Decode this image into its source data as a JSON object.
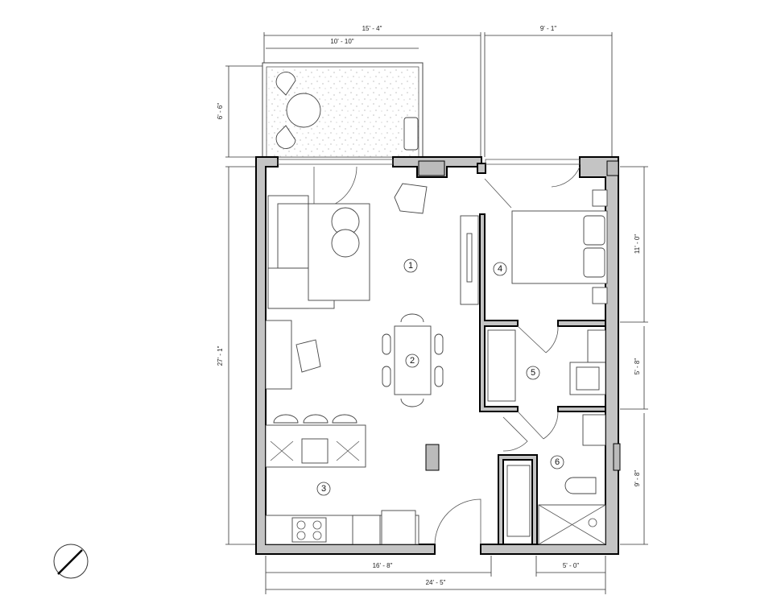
{
  "dimensions": {
    "top_overall_left": "15' - 4\"",
    "top_overall_right": "9' - 1\"",
    "balcony_width": "10' - 10\"",
    "balcony_depth": "6' - 6\"",
    "left_overall": "27' - 1\"",
    "right_bedroom": "11' - 0\"",
    "right_closet": "5' - 8\"",
    "right_bath": "9' - 8\"",
    "bottom_living": "16' - 8\"",
    "bottom_bath": "5' - 0\"",
    "bottom_overall": "24' - 5\""
  },
  "rooms": [
    {
      "tag": "1"
    },
    {
      "tag": "2"
    },
    {
      "tag": "3"
    },
    {
      "tag": "4"
    },
    {
      "tag": "5"
    },
    {
      "tag": "6"
    }
  ],
  "colors": {
    "wall_fill": "#c4c4c4",
    "line": "#000000"
  },
  "icons": {
    "compass": "north-arrow-icon"
  }
}
